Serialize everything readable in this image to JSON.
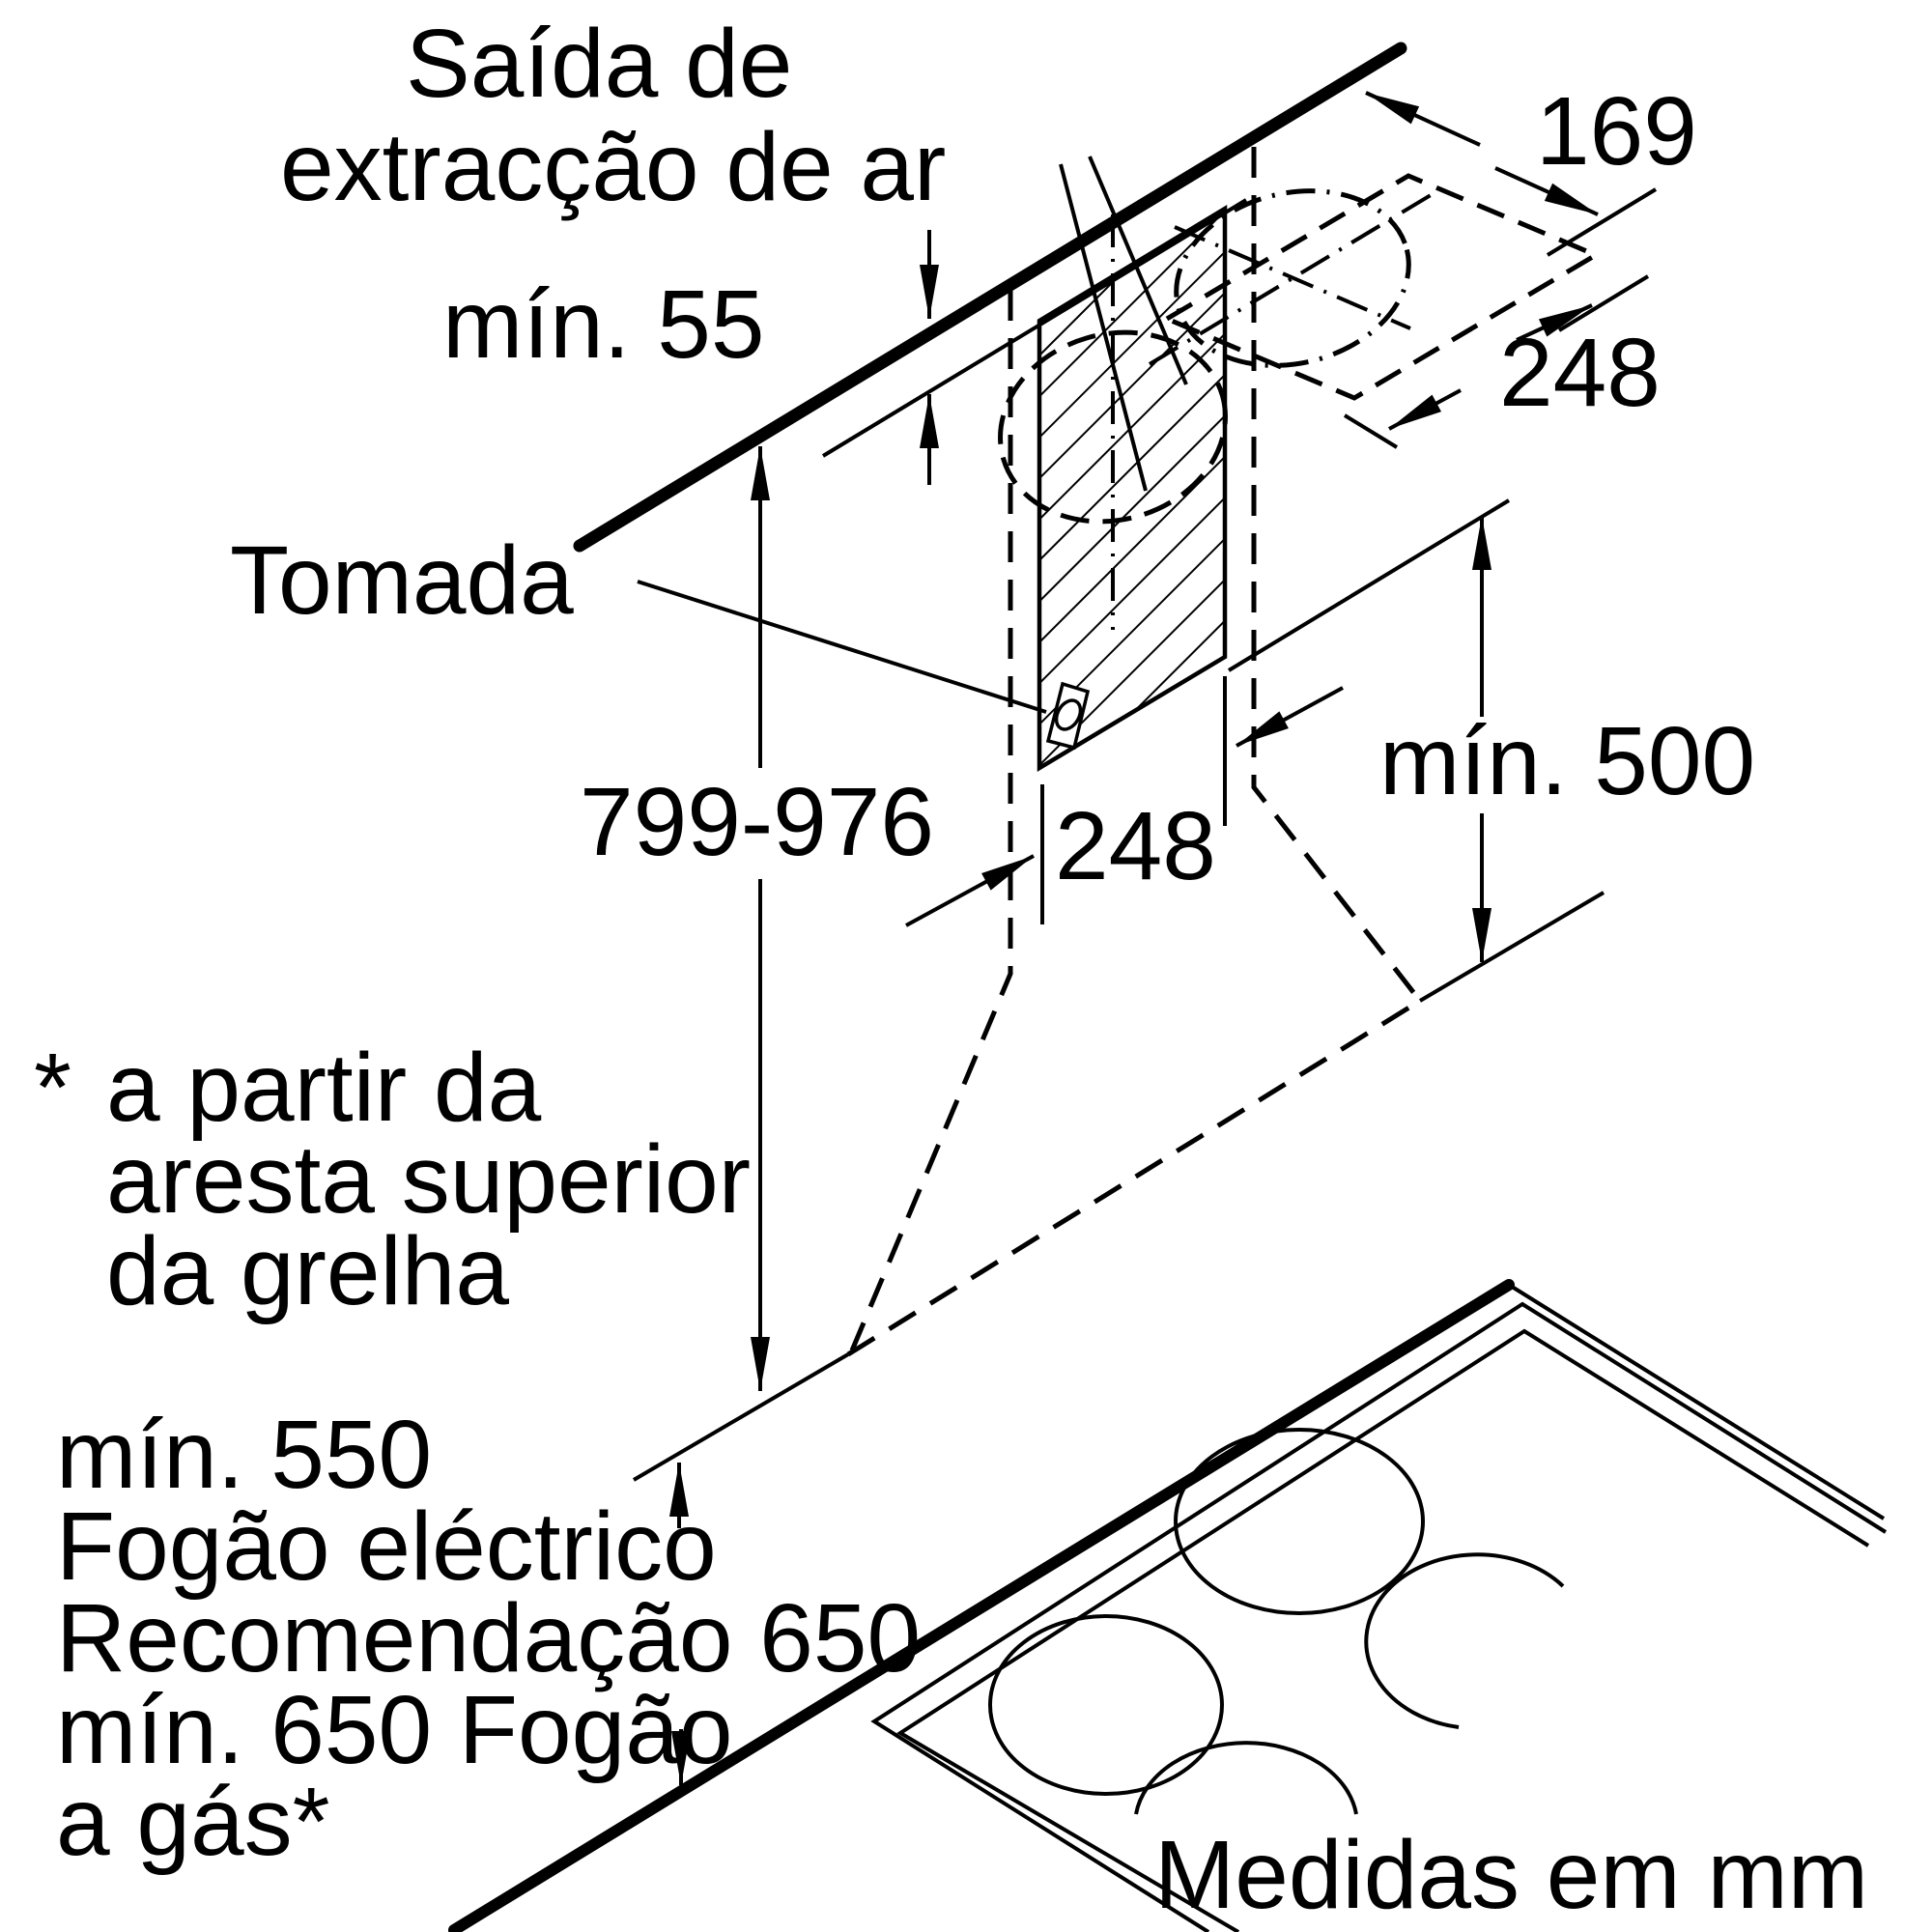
{
  "diagram": {
    "kind": "appliance-installation-drawing",
    "units_note": "Medidas em mm",
    "colors": {
      "line": "#000000",
      "background": "#ffffff"
    }
  },
  "labels": {
    "air_outlet_line1": "Saída de",
    "air_outlet_line2": "extracção de ar",
    "min_ceiling_gap": "mín. 55",
    "outlet_depth": "169",
    "outlet_width": "248",
    "socket": "Tomada",
    "chimney_height_range": "799-976",
    "wall_cutout_width": "248",
    "min_outlet_distance": "mín. 500",
    "footnote_star": "*",
    "footnote_line1": "a partir da",
    "footnote_line2": "aresta superior",
    "footnote_line3": "da grelha",
    "min_electric_value": "mín. 550",
    "min_electric_label": "Fogão eléctrico",
    "recommendation": "Recomendação 650",
    "min_gas_line1": "mín. 650 Fogão",
    "min_gas_line2": "a gás*",
    "units_note": "Medidas em mm"
  }
}
